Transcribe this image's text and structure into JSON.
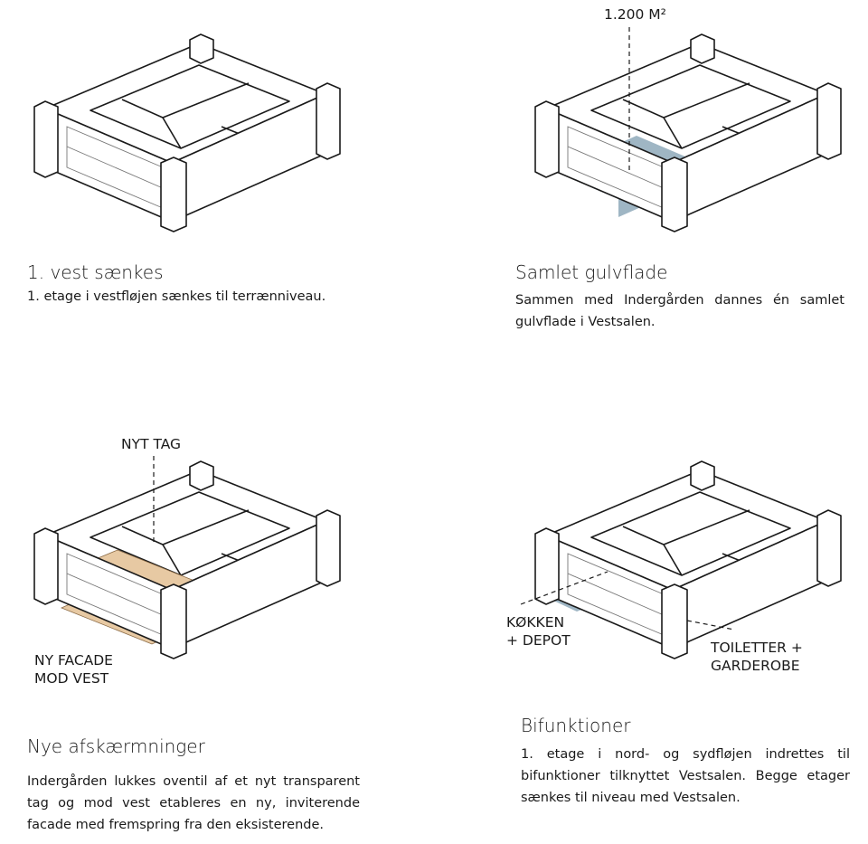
{
  "colors": {
    "floor_highlight": "#9fb6c4",
    "roof_highlight": "#e7c9a3",
    "line": "#1a1a1a"
  },
  "panels": [
    {
      "title": "1. vest sænkes",
      "description": "1. etage i vestfløjen sænkes til terrænniveau.",
      "labels": []
    },
    {
      "title": "Samlet gulvflade",
      "description": "Sammen med Indergården dannes én samlet gulvflade i Vestsalen.",
      "labels": [
        "1.200 M²"
      ]
    },
    {
      "title": "Nye afskærmninger",
      "description": "Indergården lukkes oventil af et nyt transparent tag og mod vest etableres en ny, inviterende facade med fremspring fra den eksisterende.",
      "labels": [
        "NYT TAG",
        "NY FACADE\nMOD VEST"
      ]
    },
    {
      "title": "Bifunktioner",
      "description": "1. etage i nord- og sydfløjen indrettes til bifunktioner tilknyttet Vestsalen. Begge etager sænkes til niveau med Vestsalen.",
      "labels": [
        "KØKKEN\n+ DEPOT",
        "TOILETTER +\nGARDEROBE"
      ]
    }
  ]
}
